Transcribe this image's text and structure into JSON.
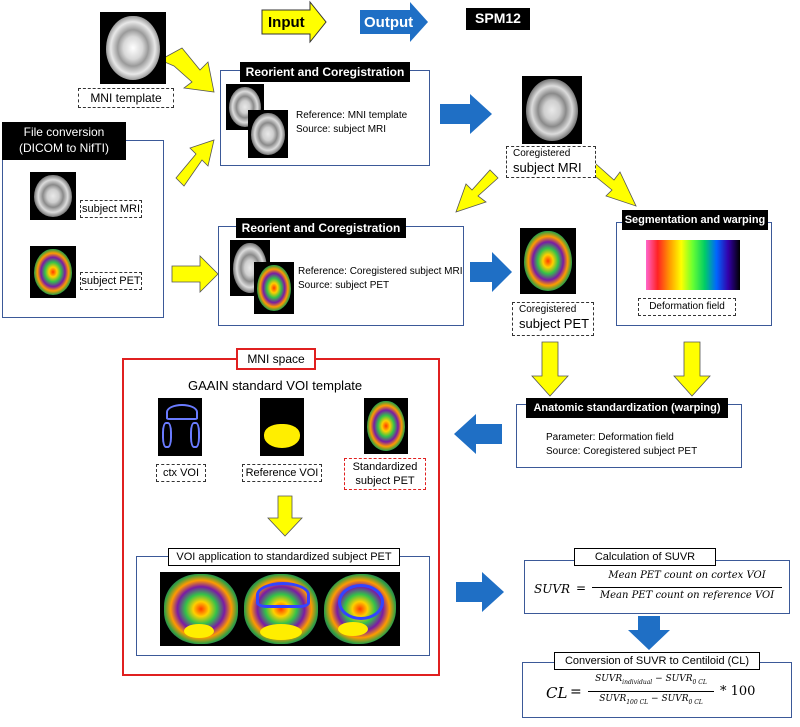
{
  "legend": {
    "input": "Input",
    "output": "Output",
    "spm": "SPM12"
  },
  "mni_template": {
    "label": "MNI template"
  },
  "file_conversion": {
    "line1": "File conversion",
    "line2": "(DICOM to NifTI)",
    "mri_label": "subject MRI",
    "pet_label": "subject PET"
  },
  "coreg1": {
    "title": "Reorient and Coregistration",
    "reference": "Reference: MNI template",
    "source": "Source: subject MRI"
  },
  "coreg_mri": {
    "line1": "Coregistered",
    "line2": "subject MRI"
  },
  "coreg2": {
    "title": "Reorient and Coregistration",
    "reference": "Reference: Coregistered subject MRI",
    "source": "Source: subject PET"
  },
  "coreg_pet": {
    "line1": "Coregistered",
    "line2": "subject PET"
  },
  "segmentation": {
    "title": "Segmentation and warping",
    "field_label": "Deformation field"
  },
  "anatomic": {
    "title": "Anatomic standardization (warping)",
    "parameter": "Parameter: Deformation field",
    "source": "Source: Coregistered subject PET"
  },
  "mni_space": {
    "title": "MNI space",
    "voi_template": "GAAIN standard VOI template",
    "ctx_voi": "ctx VOI",
    "ref_voi": "Reference VOI",
    "std_pet_line1": "Standardized",
    "std_pet_line2": "subject PET",
    "application_title": "VOI application to standardized subject PET"
  },
  "suvr": {
    "title": "Calculation of SUVR",
    "lhs": "SUVR",
    "numerator": "Mean PET count on cortex VOI",
    "denominator": "Mean PET count on reference VOI"
  },
  "centiloid": {
    "title": "Conversion of SUVR to Centiloid (CL)",
    "lhs": "CL",
    "num_a": "SUVR",
    "num_a_sub": "individual",
    "num_b": "SUVR",
    "num_b_sub": "0 CL",
    "den_a": "SUVR",
    "den_a_sub": "100 CL",
    "den_b": "SUVR",
    "den_b_sub": "0 CL",
    "multiplier": "* 100"
  },
  "colors": {
    "input_arrow": "#ffff00",
    "output_arrow": "#1f6fc5",
    "box_border": "#3b5998",
    "mni_border": "#e02020"
  }
}
